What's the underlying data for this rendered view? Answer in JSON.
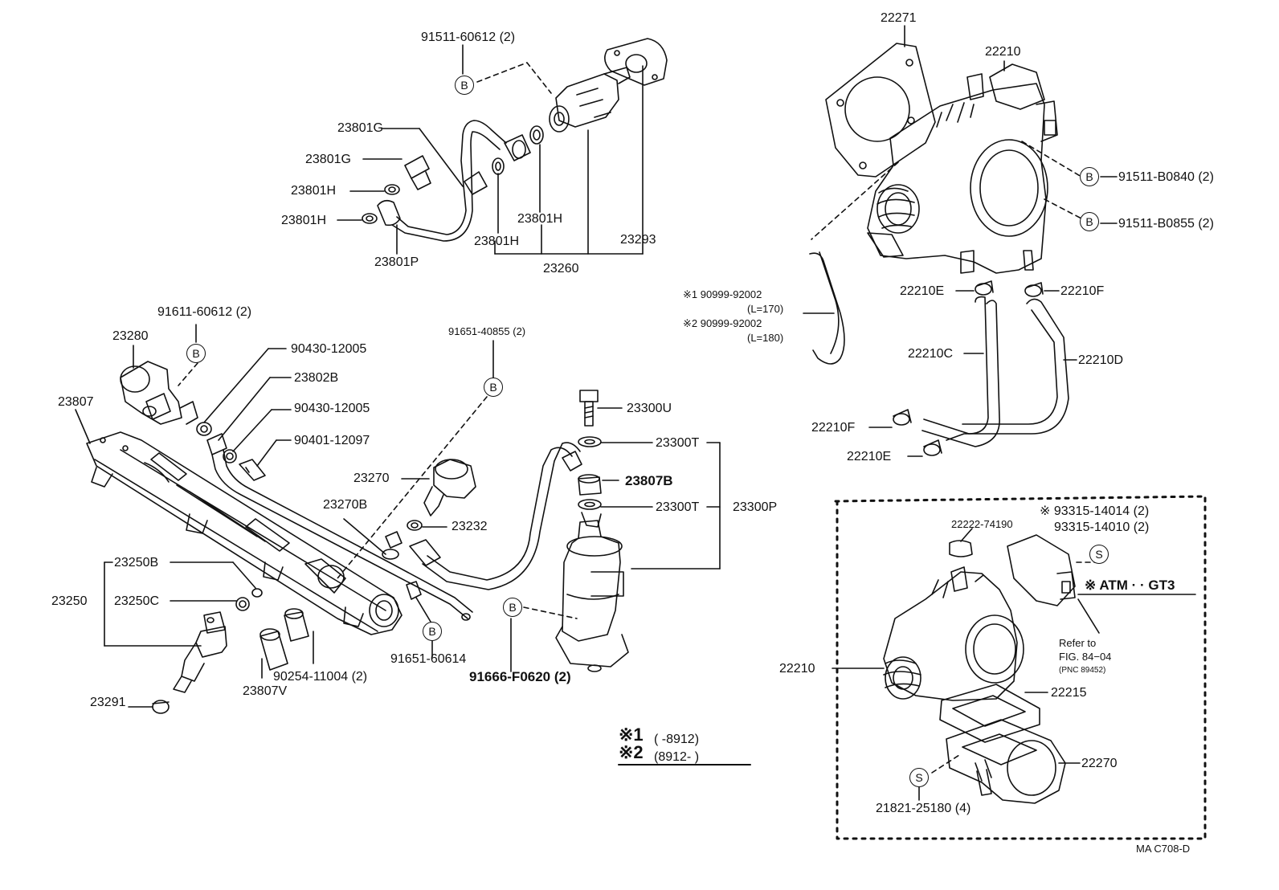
{
  "callout_letters": {
    "bolt_set": "B",
    "screw_set": "S"
  },
  "parts": {
    "p91511_60612": "91511-60612 (2)",
    "p23801g_a": "23801G",
    "p23801g_b": "23801G",
    "p23801h_a": "23801H",
    "p23801h_b": "23801H",
    "p23801h_c": "23801H",
    "p23801h_d": "23801H",
    "p23801p": "23801P",
    "p23260": "23260",
    "p23293": "23293",
    "p22271": "22271",
    "p22210_top": "22210",
    "p91511_b0840": "91511-B0840 (2)",
    "p91511_b0855": "91511-B0855 (2)",
    "p22210e_a": "22210E",
    "p22210f_a": "22210F",
    "p22210c": "22210C",
    "p22210d": "22210D",
    "p22210f_b": "22210F",
    "p22210e_b": "22210E",
    "hose_1_code": "※1  90999-92002",
    "hose_1_len": "(L=170)",
    "hose_2_code": "※2  90999-92002",
    "hose_2_len": "(L=180)",
    "p91611_60612": "91611-60612 (2)",
    "p23280": "23280",
    "p23807": "23807",
    "p90430_a": "90430-12005",
    "p23802b": "23802B",
    "p90430_b": "90430-12005",
    "p90401": "90401-12097",
    "p91651_40855": "91651-40855 (2)",
    "p23300u": "23300U",
    "p23300t_a": "23300T",
    "p23807b": "23807B",
    "p23300t_b": "23300T",
    "p23300p": "23300P",
    "p23270": "23270",
    "p23270b": "23270B",
    "p23232": "23232",
    "p23250b": "23250B",
    "p23250": "23250",
    "p23250c": "23250C",
    "p91651_60614": "91651-60614",
    "p90254": "90254-11004 (2)",
    "p23807v": "23807V",
    "p23291": "23291",
    "p91666": "91666-F0620 (2)",
    "p22222": "22222-74190",
    "p93315_a": "※ 93315-14014 (2)",
    "p93315_b": "93315-14010 (2)",
    "atm_note": "※  ATM · · GT3",
    "refer_1": "Refer to",
    "refer_2": "FIG. 84−04",
    "refer_3": "(PNC 89452)",
    "p22210_box": "22210",
    "p22215": "22215",
    "p22270": "22270",
    "p21821": "21821-25180 (4)"
  },
  "legend": {
    "mark_1": "※1",
    "range_1": "(          -8912)",
    "mark_2": "※2",
    "range_2": "(8912-          )"
  },
  "figure_code": "MA C708-D"
}
